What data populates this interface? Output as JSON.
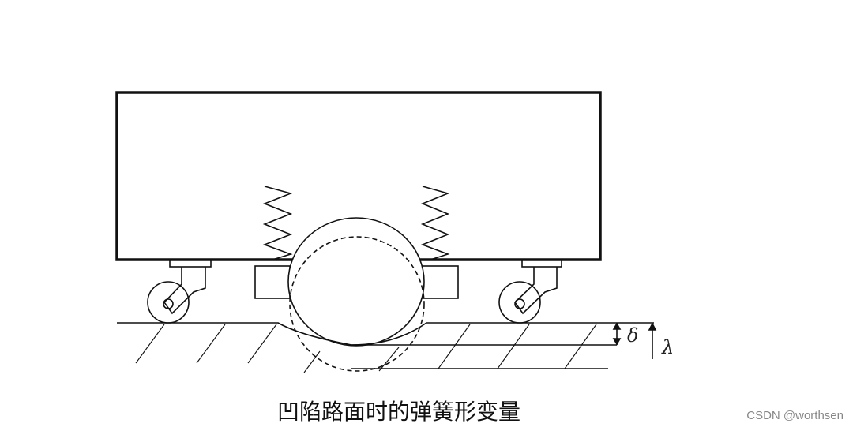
{
  "caption": "凹陷路面时的弹簧形变量",
  "watermark": "CSDN @worthsen",
  "labels": {
    "delta": "δ",
    "lambda": "λ"
  }
}
